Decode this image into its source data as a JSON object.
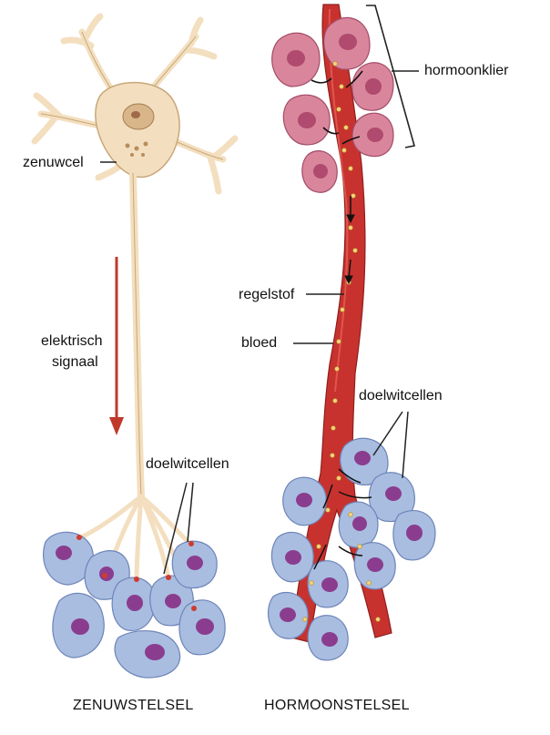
{
  "labels": {
    "nerve_cell": "zenuwcel",
    "electric_signal_line1": "elektrisch",
    "electric_signal_line2": "signaal",
    "target_cells_nerve": "doelwitcellen",
    "gland": "hormoonklier",
    "messenger": "regelstof",
    "blood": "bloed",
    "target_cells_hormone": "doelwitcellen"
  },
  "captions": {
    "nervous_system": "ZENUWSTELSEL",
    "hormone_system": "HORMOONSTELSEL"
  },
  "colors": {
    "neuron_fill": "#f3dfbf",
    "neuron_stroke": "#c9a679",
    "gland_cell": "#d9869c",
    "gland_nucleus": "#b04a6e",
    "target_cell": "#a9bde0",
    "target_nucleus": "#8a3d8f",
    "blood_vessel": "#c8322e",
    "signal_arrow": "#c0392b",
    "hormone_dot": "#f2d27a"
  }
}
